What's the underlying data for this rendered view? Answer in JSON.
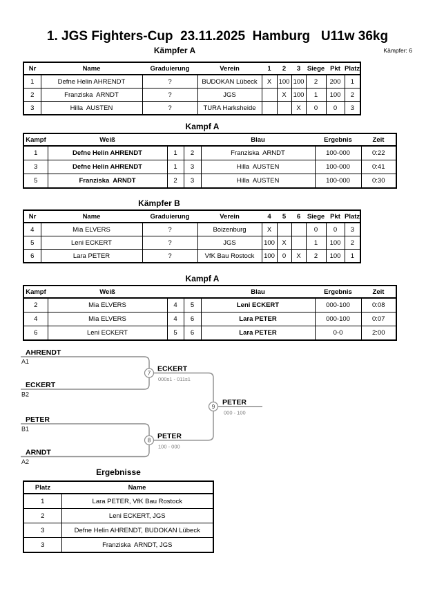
{
  "title": "1. JGS Fighters-Cup  23.11.2025  Hamburg   U11w 36kg",
  "count_label": "Kämpfer: 6",
  "colors": {
    "text": "#000000",
    "bracket_line": "#8c8c8c",
    "score_gray": "#7a7a7a"
  },
  "tableA": {
    "heading": "Kämpfer A",
    "headers": [
      "Nr",
      "Name",
      "Graduierung",
      "Verein",
      "1",
      "2",
      "3",
      "Siege",
      "Pkt",
      "Platz"
    ],
    "rows": [
      [
        "1",
        "Defne Helin AHRENDT",
        "?",
        "BUDOKAN Lübeck",
        "X",
        "100",
        "100",
        "2",
        "200",
        "1"
      ],
      [
        "2",
        "Franziska  ARNDT",
        "?",
        "JGS",
        "",
        "X",
        "100",
        "1",
        "100",
        "2"
      ],
      [
        "3",
        "Hilla  AUSTEN",
        "?",
        "TURA Harksheide",
        "",
        "",
        "X",
        "0",
        "0",
        "3"
      ]
    ]
  },
  "fightsA": {
    "heading": "Kampf A",
    "headers": [
      "Kampf",
      "Weiß",
      "Blau",
      "Ergebnis",
      "Zeit"
    ],
    "rows": [
      [
        "1",
        "Defne Helin AHRENDT",
        "1",
        "2",
        "Franziska  ARNDT",
        "100-000",
        "0:22"
      ],
      [
        "3",
        "Defne Helin AHRENDT",
        "1",
        "3",
        "Hilla  AUSTEN",
        "100-000",
        "0:41"
      ],
      [
        "5",
        "Franziska  ARNDT",
        "2",
        "3",
        "Hilla  AUSTEN",
        "100-000",
        "0:30"
      ]
    ]
  },
  "tableB": {
    "heading": "Kämpfer B",
    "headers": [
      "Nr",
      "Name",
      "Graduierung",
      "Verein",
      "4",
      "5",
      "6",
      "Siege",
      "Pkt",
      "Platz"
    ],
    "rows": [
      [
        "4",
        "Mia ELVERS",
        "?",
        "Boizenburg",
        "X",
        "",
        "",
        "0",
        "0",
        "3"
      ],
      [
        "5",
        "Leni ECKERT",
        "?",
        "JGS",
        "100",
        "X",
        "",
        "1",
        "100",
        "2"
      ],
      [
        "6",
        "Lara PETER",
        "?",
        "VfK Bau Rostock",
        "100",
        "0",
        "X",
        "2",
        "100",
        "1"
      ]
    ]
  },
  "fightsB": {
    "heading": "Kampf A",
    "headers": [
      "Kampf",
      "Weiß",
      "Blau",
      "Ergebnis",
      "Zeit"
    ],
    "rows": [
      [
        "2",
        "Mia ELVERS",
        "4",
        "5",
        "Leni ECKERT",
        "000-100",
        "0:08"
      ],
      [
        "4",
        "Mia ELVERS",
        "4",
        "6",
        "Lara PETER",
        "000-100",
        "0:07"
      ],
      [
        "6",
        "Leni ECKERT",
        "5",
        "6",
        "Lara PETER",
        "0-0",
        "2:00"
      ]
    ]
  },
  "bracket": {
    "seed1_name": "AHRENDT",
    "seed1_label": "A1",
    "seed2_name": "ECKERT",
    "seed2_label": "B2",
    "seed3_name": "PETER",
    "seed3_label": "B1",
    "seed4_name": "ARNDT",
    "seed4_label": "A2",
    "m7_no": "7",
    "m7_winner": "ECKERT",
    "m7_score": "000s1 - 011s1",
    "m8_no": "8",
    "m8_winner": "PETER",
    "m8_score": "100 - 000",
    "m9_no": "9",
    "m9_winner": "PETER",
    "m9_score": "000 - 100"
  },
  "results": {
    "heading": "Ergebnisse",
    "headers": [
      "Platz",
      "Name"
    ],
    "rows": [
      [
        "1",
        "Lara PETER, VfK Bau Rostock"
      ],
      [
        "2",
        "Leni ECKERT, JGS"
      ],
      [
        "3",
        "Defne Helin AHRENDT, BUDOKAN Lübeck"
      ],
      [
        "3",
        "Franziska  ARNDT, JGS"
      ]
    ]
  }
}
